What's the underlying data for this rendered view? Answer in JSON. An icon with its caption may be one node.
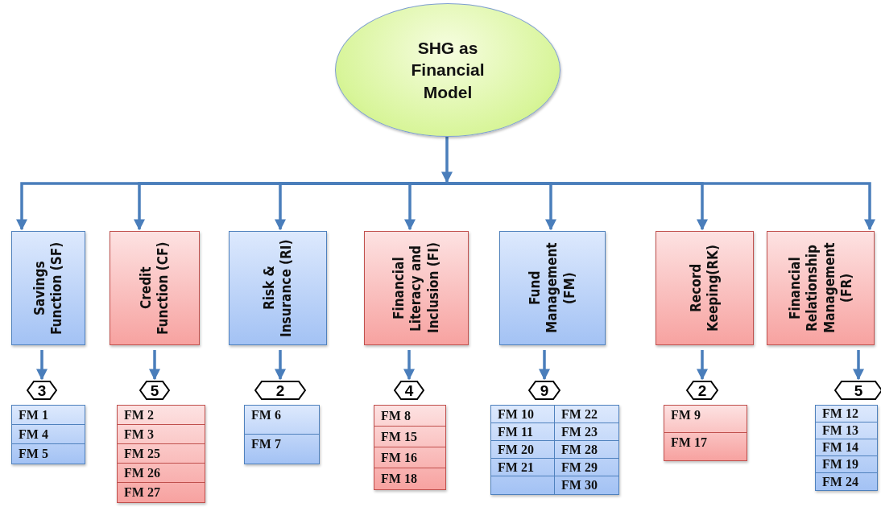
{
  "diagram": {
    "nodes": [
      {
        "text": [
          "SHG as Financial Model"
        ]
      },
      {
        "text": [
          "Savings Function (SF)"
        ]
      },
      {
        "text": [
          "Credit Function (CF)"
        ]
      },
      {
        "text": [
          "Risk & Insurance (RI)"
        ]
      },
      {
        "text": [
          "Financial Literacy and Inclusion (FI)"
        ]
      },
      {
        "text": [
          "Fund Management (FM)"
        ]
      },
      {
        "text": [
          "Record Keeping(RK)"
        ]
      },
      {
        "text": [
          "Financial Relationship Management (FR)"
        ]
      },
      {
        "text": [
          "3"
        ]
      },
      {
        "text": [
          "5"
        ]
      },
      {
        "text": [
          "2"
        ]
      },
      {
        "text": [
          "4"
        ]
      },
      {
        "text": [
          "9"
        ]
      },
      {
        "text": [
          "2"
        ]
      },
      {
        "text": [
          "5"
        ]
      },
      {
        "text": [
          "FM 1",
          "FM 4",
          "FM 5"
        ]
      },
      {
        "text": [
          "FM 2",
          "FM 3",
          "FM 25",
          "FM 26",
          "FM 27"
        ]
      },
      {
        "text": [
          "FM 6",
          "FM 7"
        ]
      },
      {
        "text": [
          "FM 8",
          "FM 15",
          "FM 16",
          "FM 18"
        ]
      },
      {
        "text": [
          "FM 10",
          "FM 22",
          "FM 11",
          "FM 23",
          "FM 20",
          "FM 28",
          "FM 21",
          "FM 29",
          "FM 30"
        ]
      },
      {
        "text": [
          "FM 9",
          "FM 17"
        ]
      },
      {
        "text": [
          "FM 12",
          "FM 13",
          "FM 14",
          "FM 19",
          "FM 24"
        ]
      }
    ],
    "edges": [
      {
        "from": 0,
        "to": 1,
        "arrow": "to"
      },
      {
        "from": 0,
        "to": 2,
        "arrow": "to"
      },
      {
        "from": 0,
        "to": 3,
        "arrow": "to"
      },
      {
        "from": 0,
        "to": 4,
        "arrow": "to"
      },
      {
        "from": 0,
        "to": 5,
        "arrow": "to"
      },
      {
        "from": 0,
        "to": 6,
        "arrow": "to"
      },
      {
        "from": 0,
        "to": 7,
        "arrow": "to"
      },
      {
        "from": 1,
        "to": 8,
        "arrow": "to"
      },
      {
        "from": 2,
        "to": 9,
        "arrow": "to"
      },
      {
        "from": 3,
        "to": 10,
        "arrow": "to"
      },
      {
        "from": 4,
        "to": 11,
        "arrow": "to"
      },
      {
        "from": 5,
        "to": 12,
        "arrow": "to"
      },
      {
        "from": 6,
        "to": 13,
        "arrow": "to"
      },
      {
        "from": 7,
        "to": 14,
        "arrow": "to"
      }
    ]
  }
}
